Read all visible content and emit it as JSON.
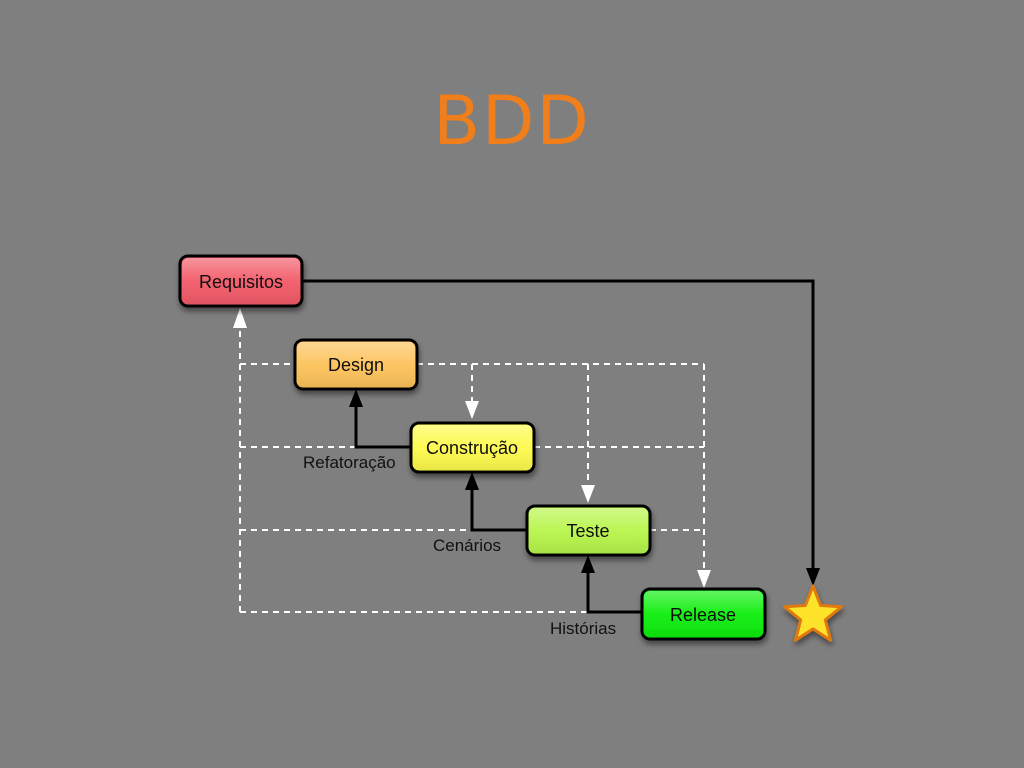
{
  "title": "BDD",
  "stages": [
    {
      "label": "Requisitos",
      "color": "#f25a68"
    },
    {
      "label": "Design",
      "color": "#fdc25a"
    },
    {
      "label": "Construção",
      "color": "#fdfa4c"
    },
    {
      "label": "Teste",
      "color": "#b7f54a"
    },
    {
      "label": "Release",
      "color": "#0dee0d"
    }
  ],
  "edge_labels": [
    "Refatoração",
    "Cenários",
    "Histórias"
  ],
  "icons": {
    "goal": "star-icon"
  },
  "colors": {
    "title": "#f07e1a",
    "background": "#7f7f7f",
    "star": "#ffe32a"
  }
}
